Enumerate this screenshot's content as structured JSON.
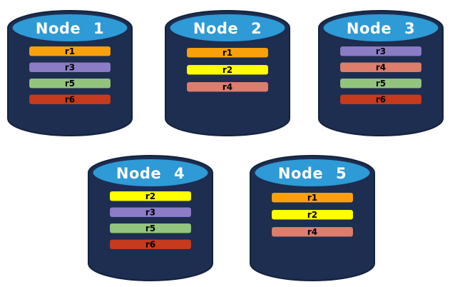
{
  "palette": {
    "background": "#FFFFFF",
    "cylinder_body": "#1E2E50",
    "cylinder_outline": "#13223D",
    "cylinder_top": "#2E9AD6",
    "node_title_color": "#FFFFFF",
    "replica_label_color": "#000000"
  },
  "replica_colors": {
    "r1": "#F9A10B",
    "r2": "#FFFF00",
    "r3": "#8B7CC5",
    "r4": "#DC7E6B",
    "r5": "#93C47E",
    "r6": "#C63A1E"
  },
  "nodes": [
    {
      "title": "Node 1",
      "replicas": [
        {
          "label": "r1",
          "color": "#F9A10B"
        },
        {
          "label": "r3",
          "color": "#8B7CC5"
        },
        {
          "label": "r5",
          "color": "#93C47E"
        },
        {
          "label": "r6",
          "color": "#C63A1E"
        }
      ]
    },
    {
      "title": "Node 2",
      "replicas": [
        {
          "label": "r1",
          "color": "#F9A10B"
        },
        {
          "label": "r2",
          "color": "#FFFF00"
        },
        {
          "label": "r4",
          "color": "#DC7E6B"
        }
      ]
    },
    {
      "title": "Node 3",
      "replicas": [
        {
          "label": "r3",
          "color": "#8B7CC5"
        },
        {
          "label": "r4",
          "color": "#DC7E6B"
        },
        {
          "label": "r5",
          "color": "#93C47E"
        },
        {
          "label": "r6",
          "color": "#C63A1E"
        }
      ]
    },
    {
      "title": "Node 4",
      "replicas": [
        {
          "label": "r2",
          "color": "#FFFF00"
        },
        {
          "label": "r3",
          "color": "#8B7CC5"
        },
        {
          "label": "r5",
          "color": "#93C47E"
        },
        {
          "label": "r6",
          "color": "#C63A1E"
        }
      ]
    },
    {
      "title": "Node 5",
      "replicas": [
        {
          "label": "r1",
          "color": "#F9A10B"
        },
        {
          "label": "r2",
          "color": "#FFFF00"
        },
        {
          "label": "r4",
          "color": "#DC7E6B"
        }
      ]
    }
  ]
}
